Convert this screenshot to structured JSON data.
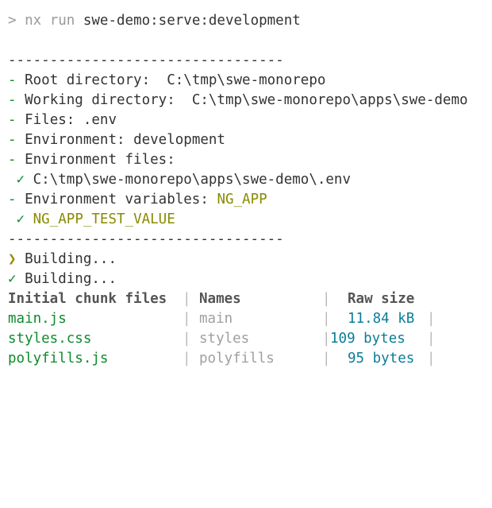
{
  "prompt": {
    "symbol": ">",
    "command_prefix": "nx run",
    "target": "swe-demo:serve:development"
  },
  "separator": "---------------------------------",
  "info": {
    "bullet": "-",
    "root_label": "Root directory:",
    "root_value": "C:\\tmp\\swe-monorepo",
    "working_label": "Working directory:",
    "working_value": "C:\\tmp\\swe-monorepo\\apps\\swe-demo",
    "files_label": "Files:",
    "files_value": ".env",
    "environment_label": "Environment:",
    "environment_value": "development",
    "env_files_label": "Environment files:",
    "env_file_check": "✓",
    "env_file_value": "C:\\tmp\\swe-monorepo\\apps\\swe-demo\\.env",
    "env_vars_label": "Environment variables:",
    "env_vars_value": "NG_APP",
    "env_var_check": "✓",
    "env_var_item": "NG_APP_TEST_VALUE"
  },
  "build": {
    "pending_icon": "❯",
    "pending_text": "Building...",
    "done_icon": "✓",
    "done_text": "Building..."
  },
  "table": {
    "pipe": "|",
    "headers": [
      "Initial chunk files",
      "Names",
      "Raw size"
    ],
    "rows": [
      {
        "file": "main.js",
        "name": "main",
        "size": "11.84 kB"
      },
      {
        "file": "styles.css",
        "name": "styles",
        "size": "109 bytes"
      },
      {
        "file": "polyfills.js",
        "name": "polyfills",
        "size": "95 bytes"
      }
    ]
  },
  "colors": {
    "success_green": "#0f8a2c",
    "env_olive": "#8a8a00",
    "size_teal": "#0b7d98",
    "dim_gray": "#9f9f9f"
  }
}
